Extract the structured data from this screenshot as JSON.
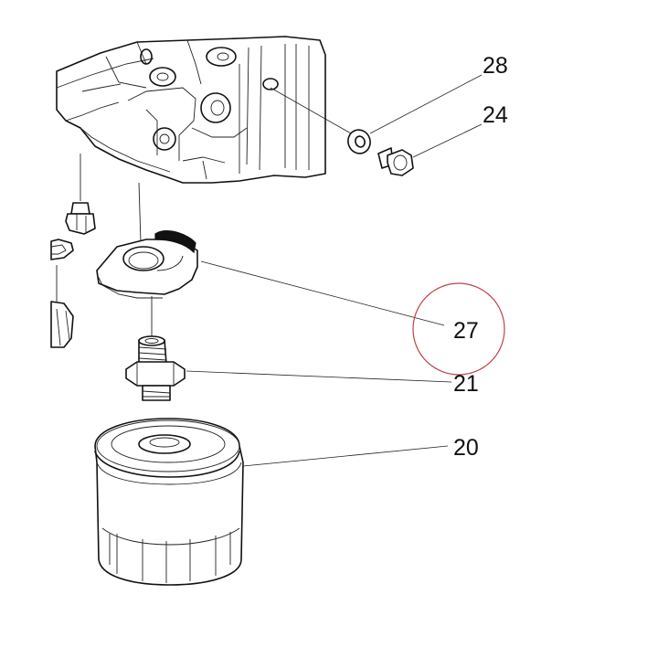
{
  "callouts": [
    {
      "id": "28",
      "label": "28"
    },
    {
      "id": "24",
      "label": "24"
    },
    {
      "id": "27",
      "label": "27"
    },
    {
      "id": "21",
      "label": "21"
    },
    {
      "id": "20",
      "label": "20"
    }
  ],
  "highlight": {
    "target": "27",
    "color": "#c0404a"
  }
}
